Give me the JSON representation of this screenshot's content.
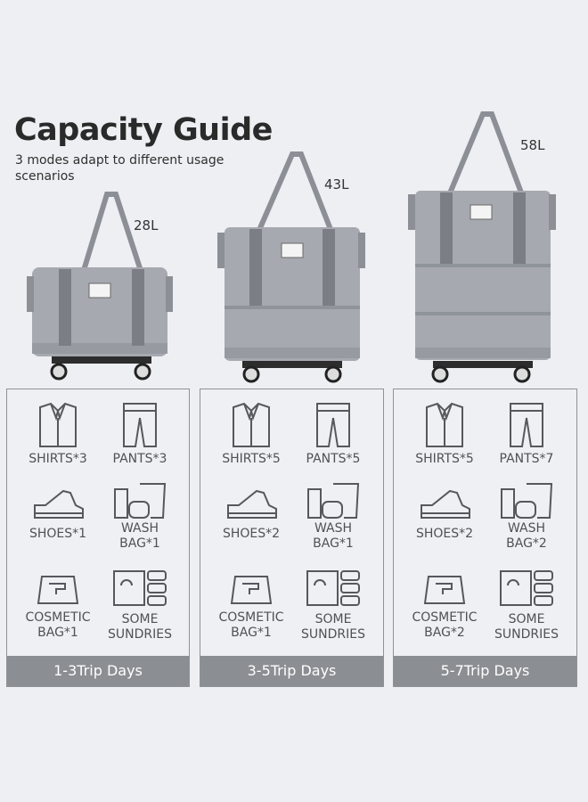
{
  "header": {
    "title": "Capacity Guide",
    "subtitle": "3 modes adapt to different usage scenarios"
  },
  "colors": {
    "bag": "#a4a8ae",
    "bag_dark": "#8c9096",
    "strap": "#7b7f85",
    "panel_border": "#8f9296",
    "footer": "#8b8e93",
    "icon_stroke": "#55585d"
  },
  "modes": [
    {
      "capacity": "28L",
      "items": {
        "shirts": "SHIRTS*3",
        "pants": "PANTS*3",
        "shoes": "SHOES*1",
        "wash_line1": "WASH",
        "wash_line2": "BAG*1",
        "cosmetic_line1": "COSMETIC",
        "cosmetic_line2": "BAG*1",
        "sundries_line1": "SOME",
        "sundries_line2": "SUNDRIES"
      },
      "trip": "1-3Trip Days"
    },
    {
      "capacity": "43L",
      "items": {
        "shirts": "SHIRTS*5",
        "pants": "PANTS*5",
        "shoes": "SHOES*2",
        "wash_line1": "WASH",
        "wash_line2": "BAG*1",
        "cosmetic_line1": "COSMETIC",
        "cosmetic_line2": "BAG*1",
        "sundries_line1": "SOME",
        "sundries_line2": "SUNDRIES"
      },
      "trip": "3-5Trip Days"
    },
    {
      "capacity": "58L",
      "items": {
        "shirts": "SHIRTS*5",
        "pants": "PANTS*7",
        "shoes": "SHOES*2",
        "wash_line1": "WASH",
        "wash_line2": "BAG*2",
        "cosmetic_line1": "COSMETIC",
        "cosmetic_line2": "BAG*2",
        "sundries_line1": "SOME",
        "sundries_line2": "SUNDRIES"
      },
      "trip": "5-7Trip Days"
    }
  ],
  "icons": [
    "shirt-icon",
    "pants-icon",
    "shoe-icon",
    "wash-bag-icon",
    "cosmetic-bag-icon",
    "sundries-icon",
    "wheel-icon"
  ]
}
